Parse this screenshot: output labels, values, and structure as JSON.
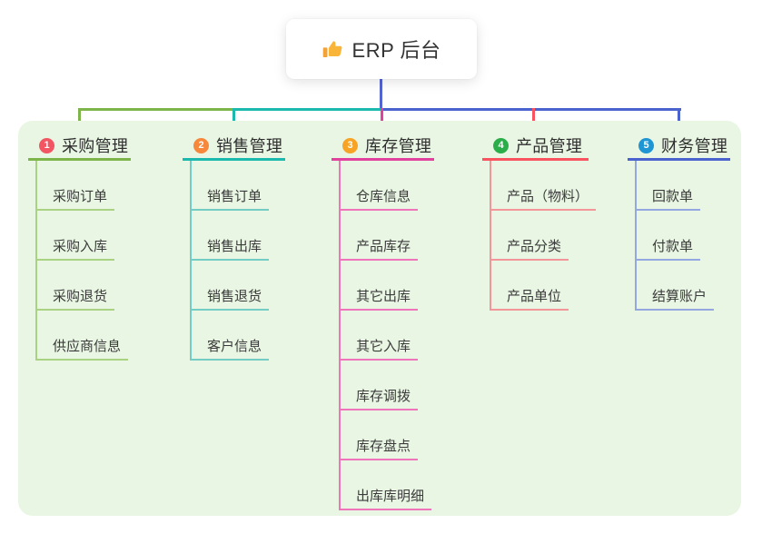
{
  "root": {
    "label": "ERP 后台",
    "icon": "thumbs-up-icon",
    "icon_color": "#f9b53a",
    "icon_cuff_color": "#f3a237"
  },
  "colors": {
    "panel_bg": "#e9f6e3",
    "page_bg": "#ffffff",
    "title_text": "#2e2e2e",
    "child_text": "#3b3b3b"
  },
  "connector": {
    "root_color": "#5464d0"
  },
  "branches": [
    {
      "badge": "1",
      "badge_color": "#f25663",
      "label": "采购管理",
      "line_color": "#7db54a",
      "child_line_color": "#a9d283",
      "children": [
        "采购订单",
        "采购入库",
        "采购退货",
        "供应商信息"
      ]
    },
    {
      "badge": "2",
      "badge_color": "#f6873b",
      "label": "销售管理",
      "line_color": "#1cb9ae",
      "child_line_color": "#74cdc5",
      "children": [
        "销售订单",
        "销售出库",
        "销售退货",
        "客户信息"
      ]
    },
    {
      "badge": "3",
      "badge_color": "#f7a426",
      "label": "库存管理",
      "line_color": "#e0429d",
      "child_line_color": "#ef74ba",
      "children": [
        "仓库信息",
        "产品库存",
        "其它出库",
        "其它入库",
        "库存调拨",
        "库存盘点",
        "出库库明细"
      ]
    },
    {
      "badge": "4",
      "badge_color": "#2bae4a",
      "label": "产品管理",
      "line_color": "#f8535e",
      "child_line_color": "#f4959a",
      "children": [
        "产品（物料）",
        "产品分类",
        "产品单位"
      ]
    },
    {
      "badge": "5",
      "badge_color": "#1f95d4",
      "label": "财务管理",
      "line_color": "#4b63cf",
      "child_line_color": "#95a7e0",
      "children": [
        "回款单",
        "付款单",
        "结算账户"
      ]
    }
  ]
}
